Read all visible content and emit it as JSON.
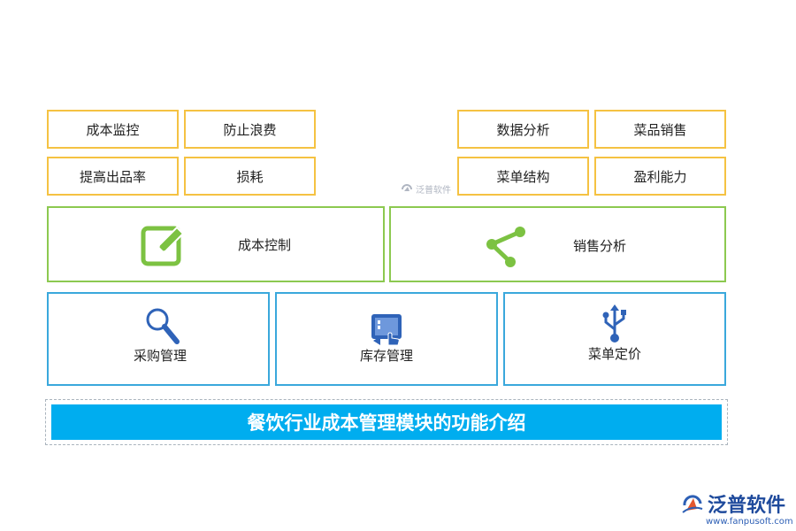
{
  "top_left": [
    "成本监控",
    "防止浪费",
    "提高出品率",
    "损耗"
  ],
  "top_right": [
    "数据分析",
    "菜品销售",
    "菜单结构",
    "盈利能力"
  ],
  "middle": {
    "cost_control": "成本控制",
    "sales_analysis": "销售分析"
  },
  "bottom": {
    "purchase": "采购管理",
    "inventory": "库存管理",
    "pricing": "菜单定价"
  },
  "footer_title": "餐饮行业成本管理模块的功能介绍",
  "watermark_small": "泛普软件",
  "logo": {
    "name": "泛普软件",
    "url": "www.fanpusoft.com"
  },
  "colors": {
    "yellow_border": "#f5c242",
    "green_border": "#8cc950",
    "blue_border": "#3aa8dc",
    "banner": "#00adef",
    "icon_green": "#7cc242",
    "icon_blue": "#2f63b8"
  }
}
